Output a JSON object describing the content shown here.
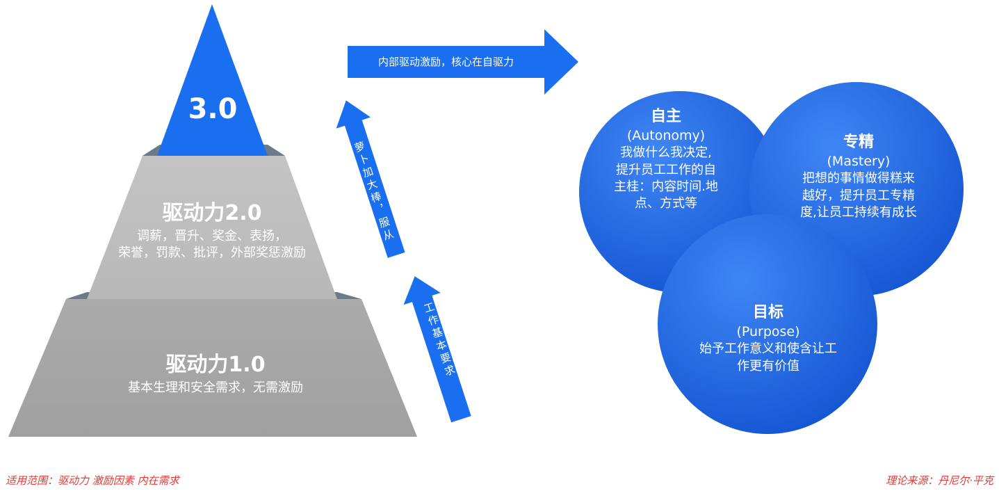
{
  "colors": {
    "accent_blue": "#1a6ff0",
    "circle_blue": "#1e63dc",
    "tier_top_gray": "#bfbfbf",
    "tier_bottom_gray": "#a6a6a6",
    "shadow_gray": "#6c7a8a",
    "footer_red": "#e53935"
  },
  "pyramid": {
    "apex_label": "3.0",
    "tier2": {
      "title": "驱动力2.0",
      "line1": "调薪，晋升、奖金、表扬，",
      "line2": "荣誉，罚款、批评，外部奖惩激励"
    },
    "tier1": {
      "title": "驱动力1.0",
      "line1": "基本生理和安全需求，无需激励"
    }
  },
  "arrows": {
    "top_banner": "内部驱动激励，核心在自驱力",
    "middle_up": "萝卜加大棒，服从",
    "lower_up": "工作基本要求"
  },
  "circles": {
    "autonomy": {
      "title": "自主",
      "english": "(Autonomy)",
      "line1": "我做什么我决定,",
      "line2": "提升员工工作的自",
      "line3": "主桂：内容时间.地",
      "line4": "点、方式等"
    },
    "mastery": {
      "title": "专精",
      "english": "(Mastery)",
      "line1": "把想的事情做得糕来",
      "line2": "越好，提升员工专精",
      "line3": "度,让员工持续有成长"
    },
    "purpose": {
      "title": "目标",
      "english": "(Purpose)",
      "line1": "始予工作意义和使含让工",
      "line2": "作更有价值"
    }
  },
  "footer": {
    "scope": "适用范围：驱动力 激励因素 内在需求",
    "source": "理论来源：丹尼尔·平克"
  }
}
